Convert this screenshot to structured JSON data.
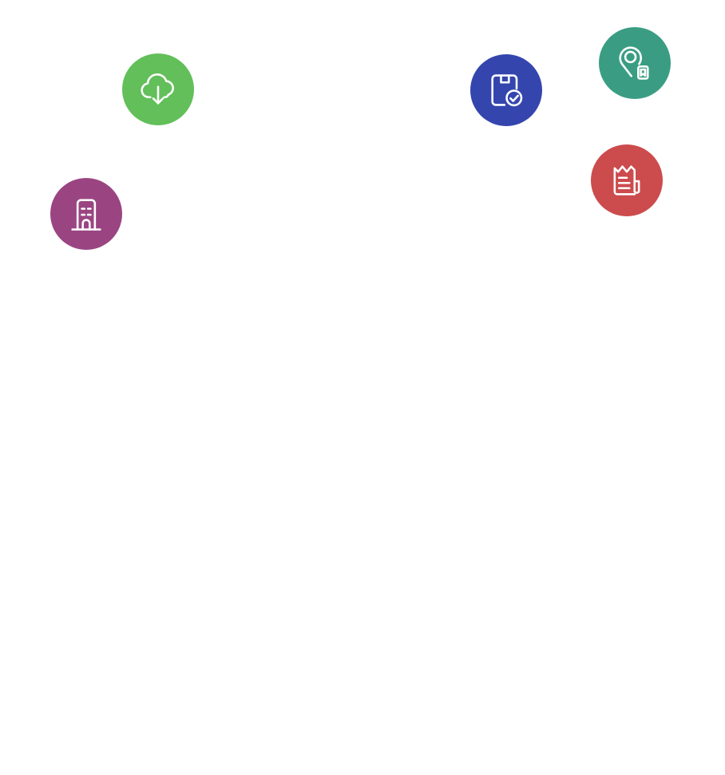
{
  "icons": [
    {
      "id": "c-cloud",
      "name": "cloud-download-icon",
      "color": "#62bf5a"
    },
    {
      "id": "c-building",
      "name": "office-building-icon",
      "color": "#9a4582"
    },
    {
      "id": "c-save",
      "name": "save-check-icon",
      "color": "#3545ae"
    },
    {
      "id": "c-location",
      "name": "location-bookmark-icon",
      "color": "#3a9d83"
    },
    {
      "id": "c-receipt",
      "name": "receipt-icon",
      "color": "#cc4b4d"
    }
  ]
}
